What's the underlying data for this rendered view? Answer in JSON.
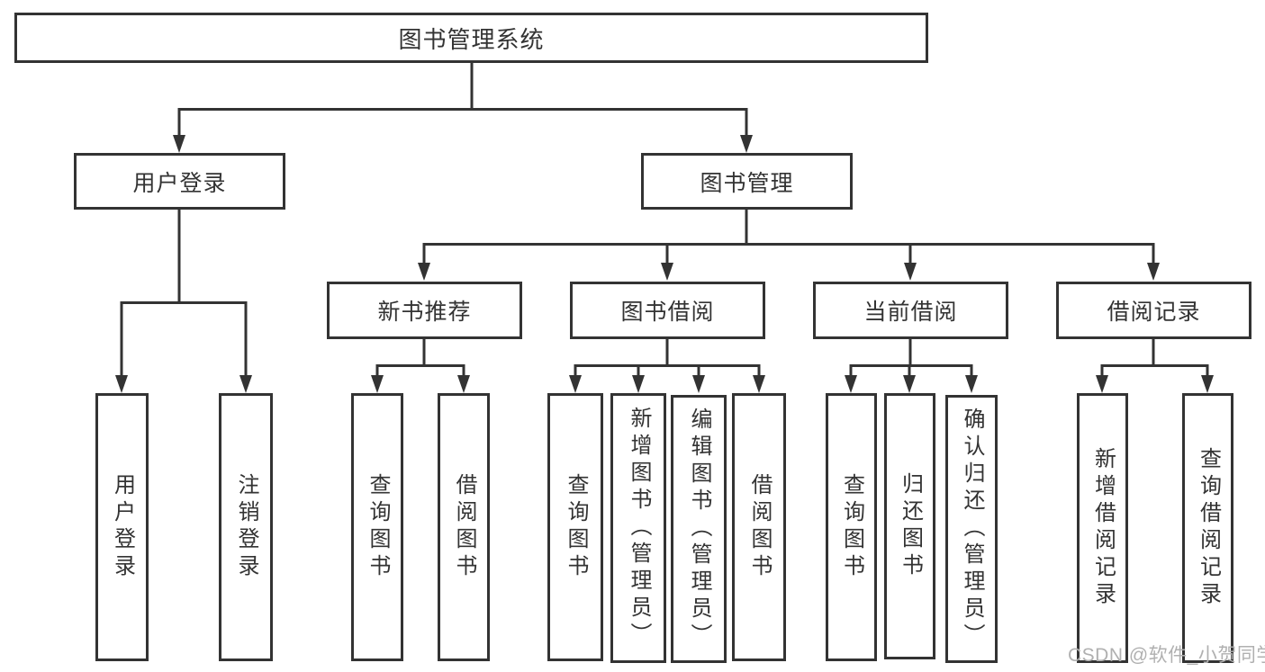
{
  "diagram": {
    "type": "tree",
    "title": "图书管理系统",
    "tree": {
      "label": "图书管理系统",
      "children": [
        {
          "label": "用户登录",
          "children": [
            {
              "label": "用户登录"
            },
            {
              "label": "注销登录"
            }
          ]
        },
        {
          "label": "图书管理",
          "children": [
            {
              "label": "新书推荐",
              "children": [
                {
                  "label": "查询图书"
                },
                {
                  "label": "借阅图书"
                }
              ]
            },
            {
              "label": "图书借阅",
              "children": [
                {
                  "label": "查询图书"
                },
                {
                  "label": "新增图书（管理员）"
                },
                {
                  "label": "编辑图书（管理员）"
                },
                {
                  "label": "借阅图书"
                }
              ]
            },
            {
              "label": "当前借阅",
              "children": [
                {
                  "label": "查询图书"
                },
                {
                  "label": "归还图书"
                },
                {
                  "label": "确认归还（管理员）"
                }
              ]
            },
            {
              "label": "借阅记录",
              "children": [
                {
                  "label": "新增借阅记录"
                },
                {
                  "label": "查询借阅记录"
                }
              ]
            }
          ]
        }
      ]
    }
  },
  "watermark": {
    "text": "CSDN @软件_小贺同学",
    "color": "#b0b0b0"
  },
  "colors": {
    "line": "#333333",
    "text": "#333333",
    "box_fill": "#ffffff",
    "background": "#ffffff"
  }
}
